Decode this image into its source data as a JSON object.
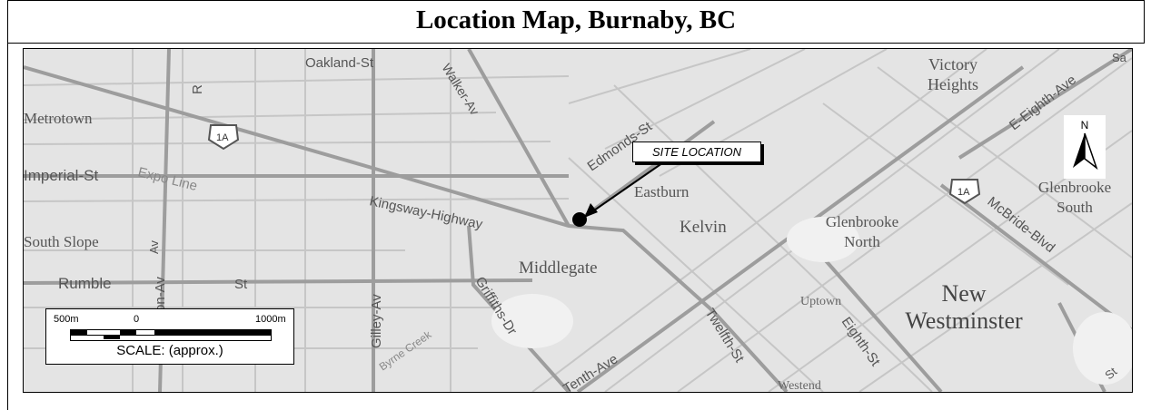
{
  "title": "Location Map, Burnaby, BC",
  "map": {
    "road_labels": {
      "oakland": "Oakland-St",
      "walker": "Walker-Av",
      "kingsway": "Kingsway-Highway",
      "imperial": "Imperial-St",
      "rumble": "Rumble",
      "st": "St",
      "nelson": "Nelson-Av",
      "gilley": "Gilley-Av",
      "griffiths": "Griffiths-Dr",
      "tenth": "Tenth-Ave",
      "twelfth": "Twelfth-St",
      "eighth": "Eighth-St",
      "mcbride": "McBride-Blvd",
      "e_eighth": "E-Eighth-Ave",
      "edmonds": "Edmonds-St",
      "expo": "Expo Line",
      "r_partial": "R",
      "highway_1a": "1A",
      "highway_1a_east": "1A",
      "left_av": "Av",
      "creek": "Byrne Creek",
      "sa": "Sa",
      "st_partial": "St"
    },
    "area_labels": {
      "metrotown": "Metrotown",
      "south_slope": "South Slope",
      "middlegate": "Middlegate",
      "eastburn": "Eastburn",
      "kelvin": "Kelvin",
      "glenbrooke_north": "Glenbrooke\nNorth",
      "glenbrooke_south": "Glenbrooke\nSouth",
      "victory_heights": "Victory\nHeights",
      "new_westminster": "New\nWestminster",
      "uptown": "Uptown",
      "westend": "Westend"
    },
    "site_label": "SITE LOCATION",
    "north_label": "N"
  },
  "scale": {
    "left_tick": "500m",
    "zero_tick": "0",
    "right_tick": "1000m",
    "caption": "SCALE: (approx.)"
  },
  "colors": {
    "map_background": "#e4e4e4",
    "major_road": "#9a9a9a",
    "minor_road": "#bdbdbd",
    "site_marker": "#000000"
  }
}
